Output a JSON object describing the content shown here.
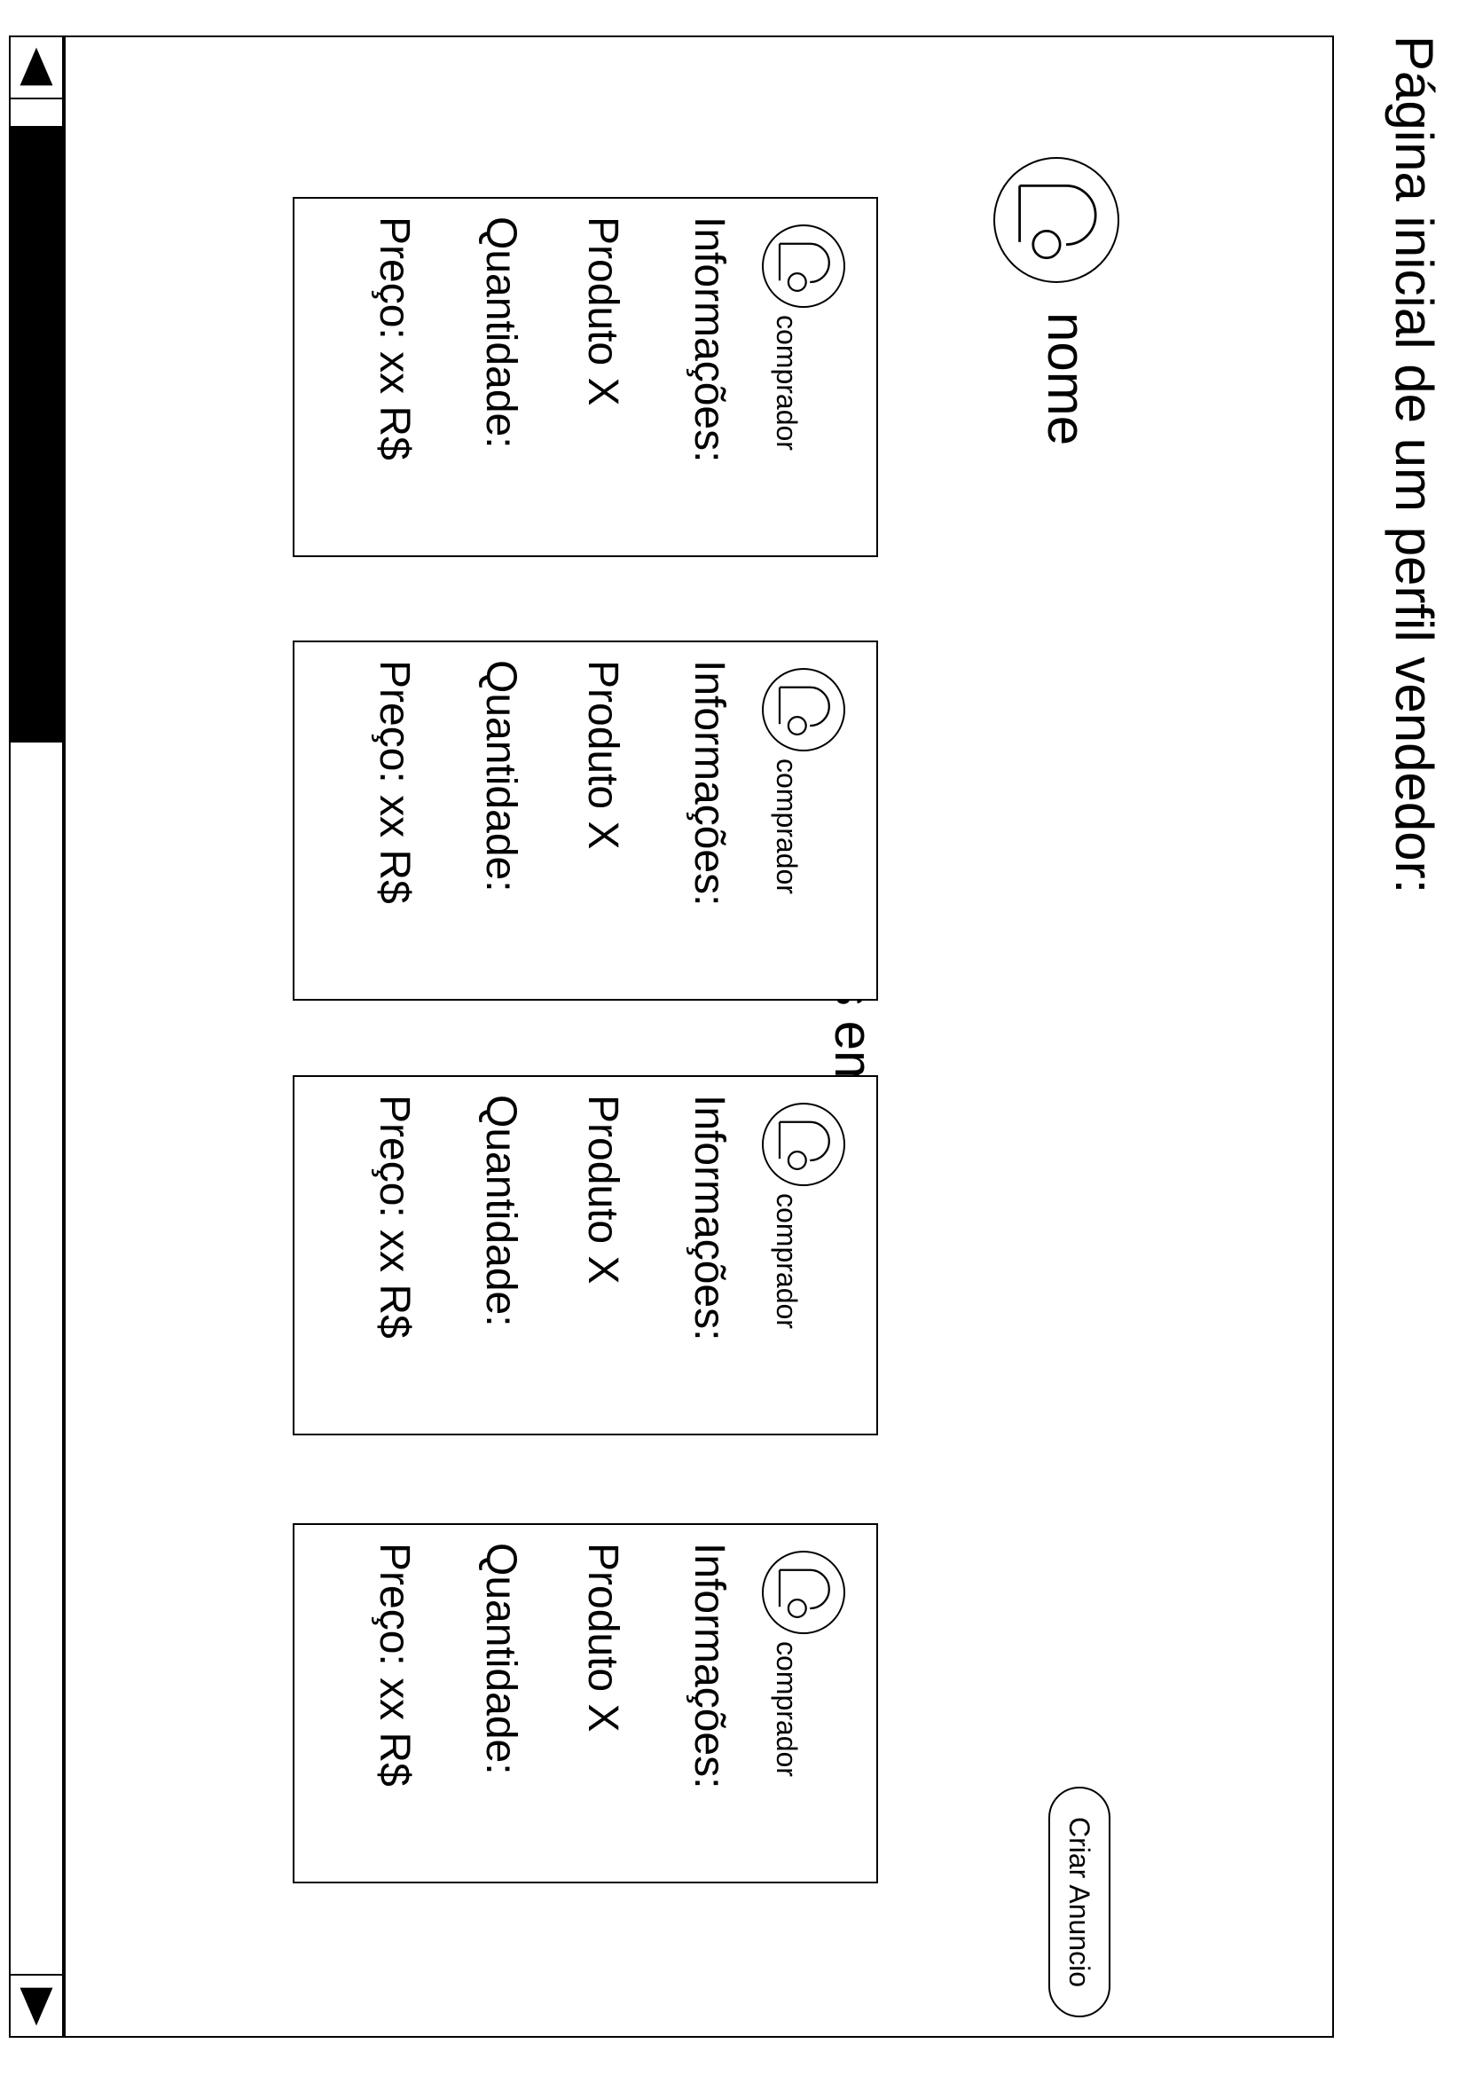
{
  "page_title": "Página inicial de um perfil  vendedor:",
  "profile": {
    "name": "nome",
    "avatar_icon": "user-avatar-icon"
  },
  "section_title": "Suas vendas em andamento:",
  "create_button": {
    "label": "Criar Anuncio"
  },
  "sales": [
    {
      "buyer_label": "comprador",
      "info_label": "Informações:",
      "product": "Produto X",
      "quantity_label": "Quantidade:",
      "price": "Preço: xx R$"
    },
    {
      "buyer_label": "comprador",
      "info_label": "Informações:",
      "product": "Produto X",
      "quantity_label": "Quantidade:",
      "price": "Preço: xx R$"
    },
    {
      "buyer_label": "comprador",
      "info_label": "Informações:",
      "product": "Produto X",
      "quantity_label": "Quantidade:",
      "price": "Preço: xx R$"
    },
    {
      "buyer_label": "comprador",
      "info_label": "Informações:",
      "product": "Produto X",
      "quantity_label": "Quantidade:",
      "price": "Preço: xx R$"
    }
  ],
  "scrollbar": {
    "left_icon": "arrow-left-icon",
    "right_icon": "arrow-right-icon"
  }
}
